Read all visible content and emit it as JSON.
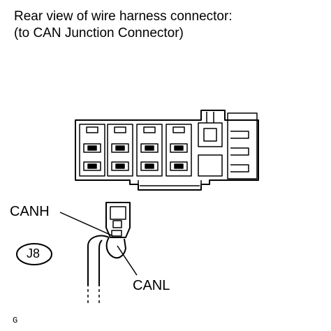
{
  "title": {
    "line1": "Rear view of wire harness connector:",
    "line2": "(to CAN Junction Connector)"
  },
  "labels": {
    "canh": "CANH",
    "canl": "CANL",
    "connector_id": "J8"
  },
  "figure_code": "G"
}
